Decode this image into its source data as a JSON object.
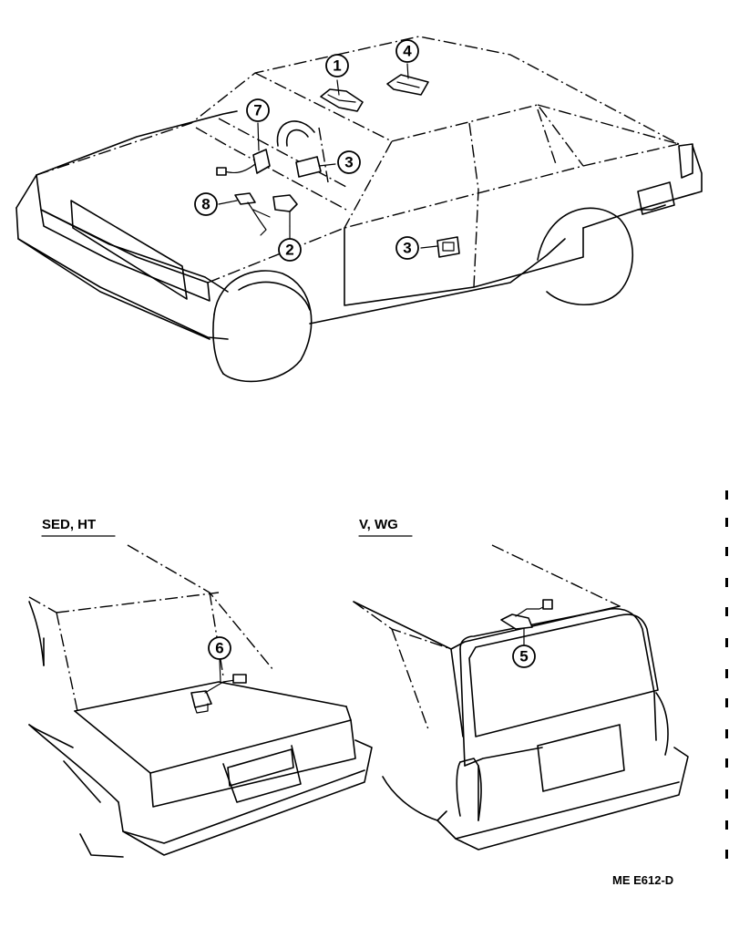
{
  "views": {
    "sedan_ht_label": "SED, HT",
    "van_wg_label": "V, WG"
  },
  "callouts": [
    "1",
    "2",
    "3",
    "3",
    "4",
    "5",
    "6",
    "7",
    "8"
  ],
  "figure_code": "ME E612-D"
}
